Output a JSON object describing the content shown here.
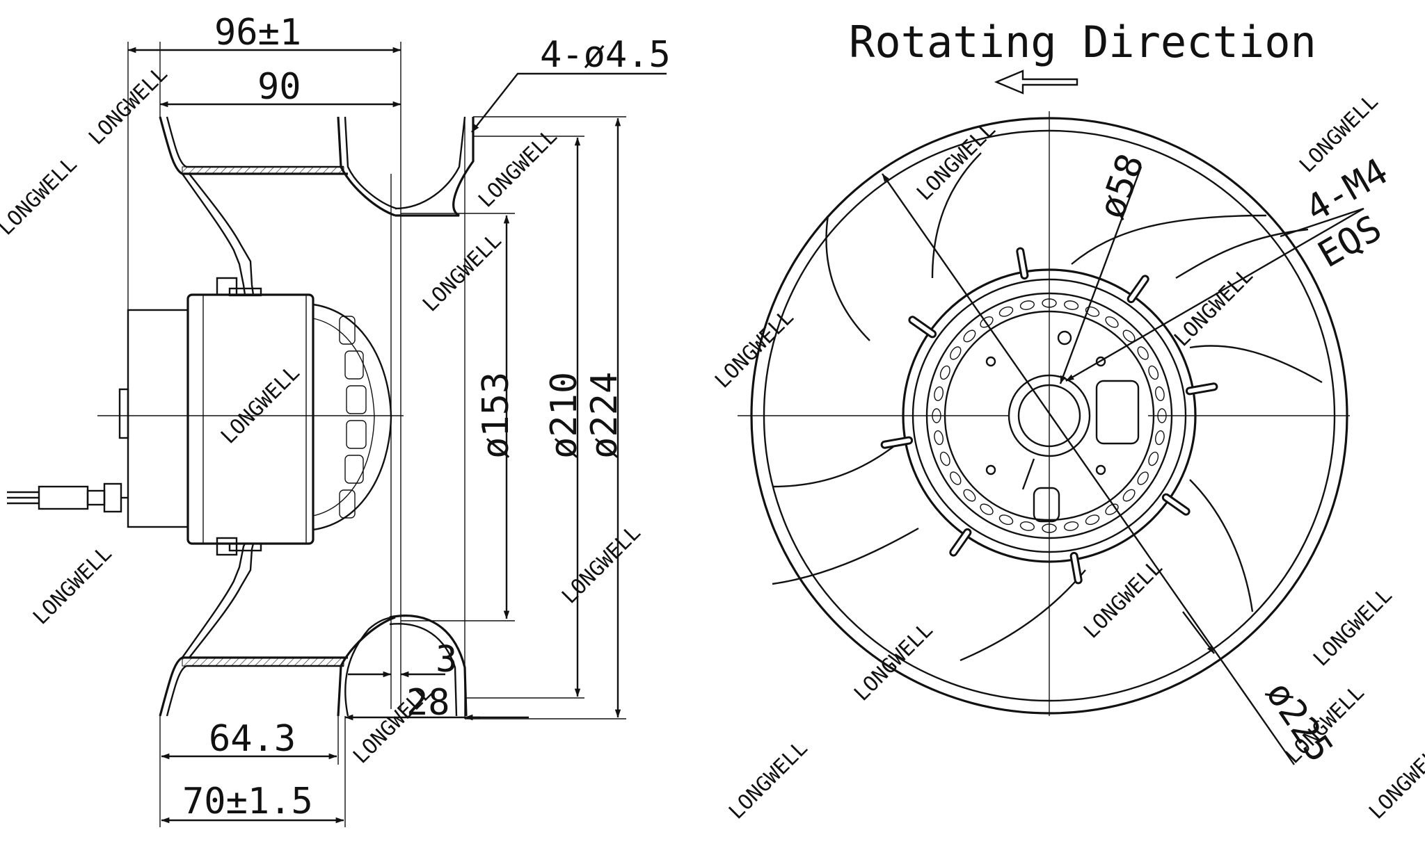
{
  "title": "Rotating Direction",
  "watermark": "LONGWELL",
  "side_view": {
    "dim_overall_length": "96±1",
    "dim_length": "90",
    "dim_hole": "4-ø4.5",
    "dim_inlet_dia": "ø153",
    "dim_ring_dia": "ø210",
    "dim_outer_dia": "ø224",
    "dim_gap": "3",
    "dim_flange": "28",
    "dim_impeller": "64.3",
    "dim_impeller_tol": "70±1.5"
  },
  "front_view": {
    "dim_hub": "ø58",
    "dim_thread_qty": "4-M4",
    "dim_thread_note": "EQS",
    "dim_wheel": "ø225",
    "rotation_arrow": "left-arrow-icon"
  }
}
